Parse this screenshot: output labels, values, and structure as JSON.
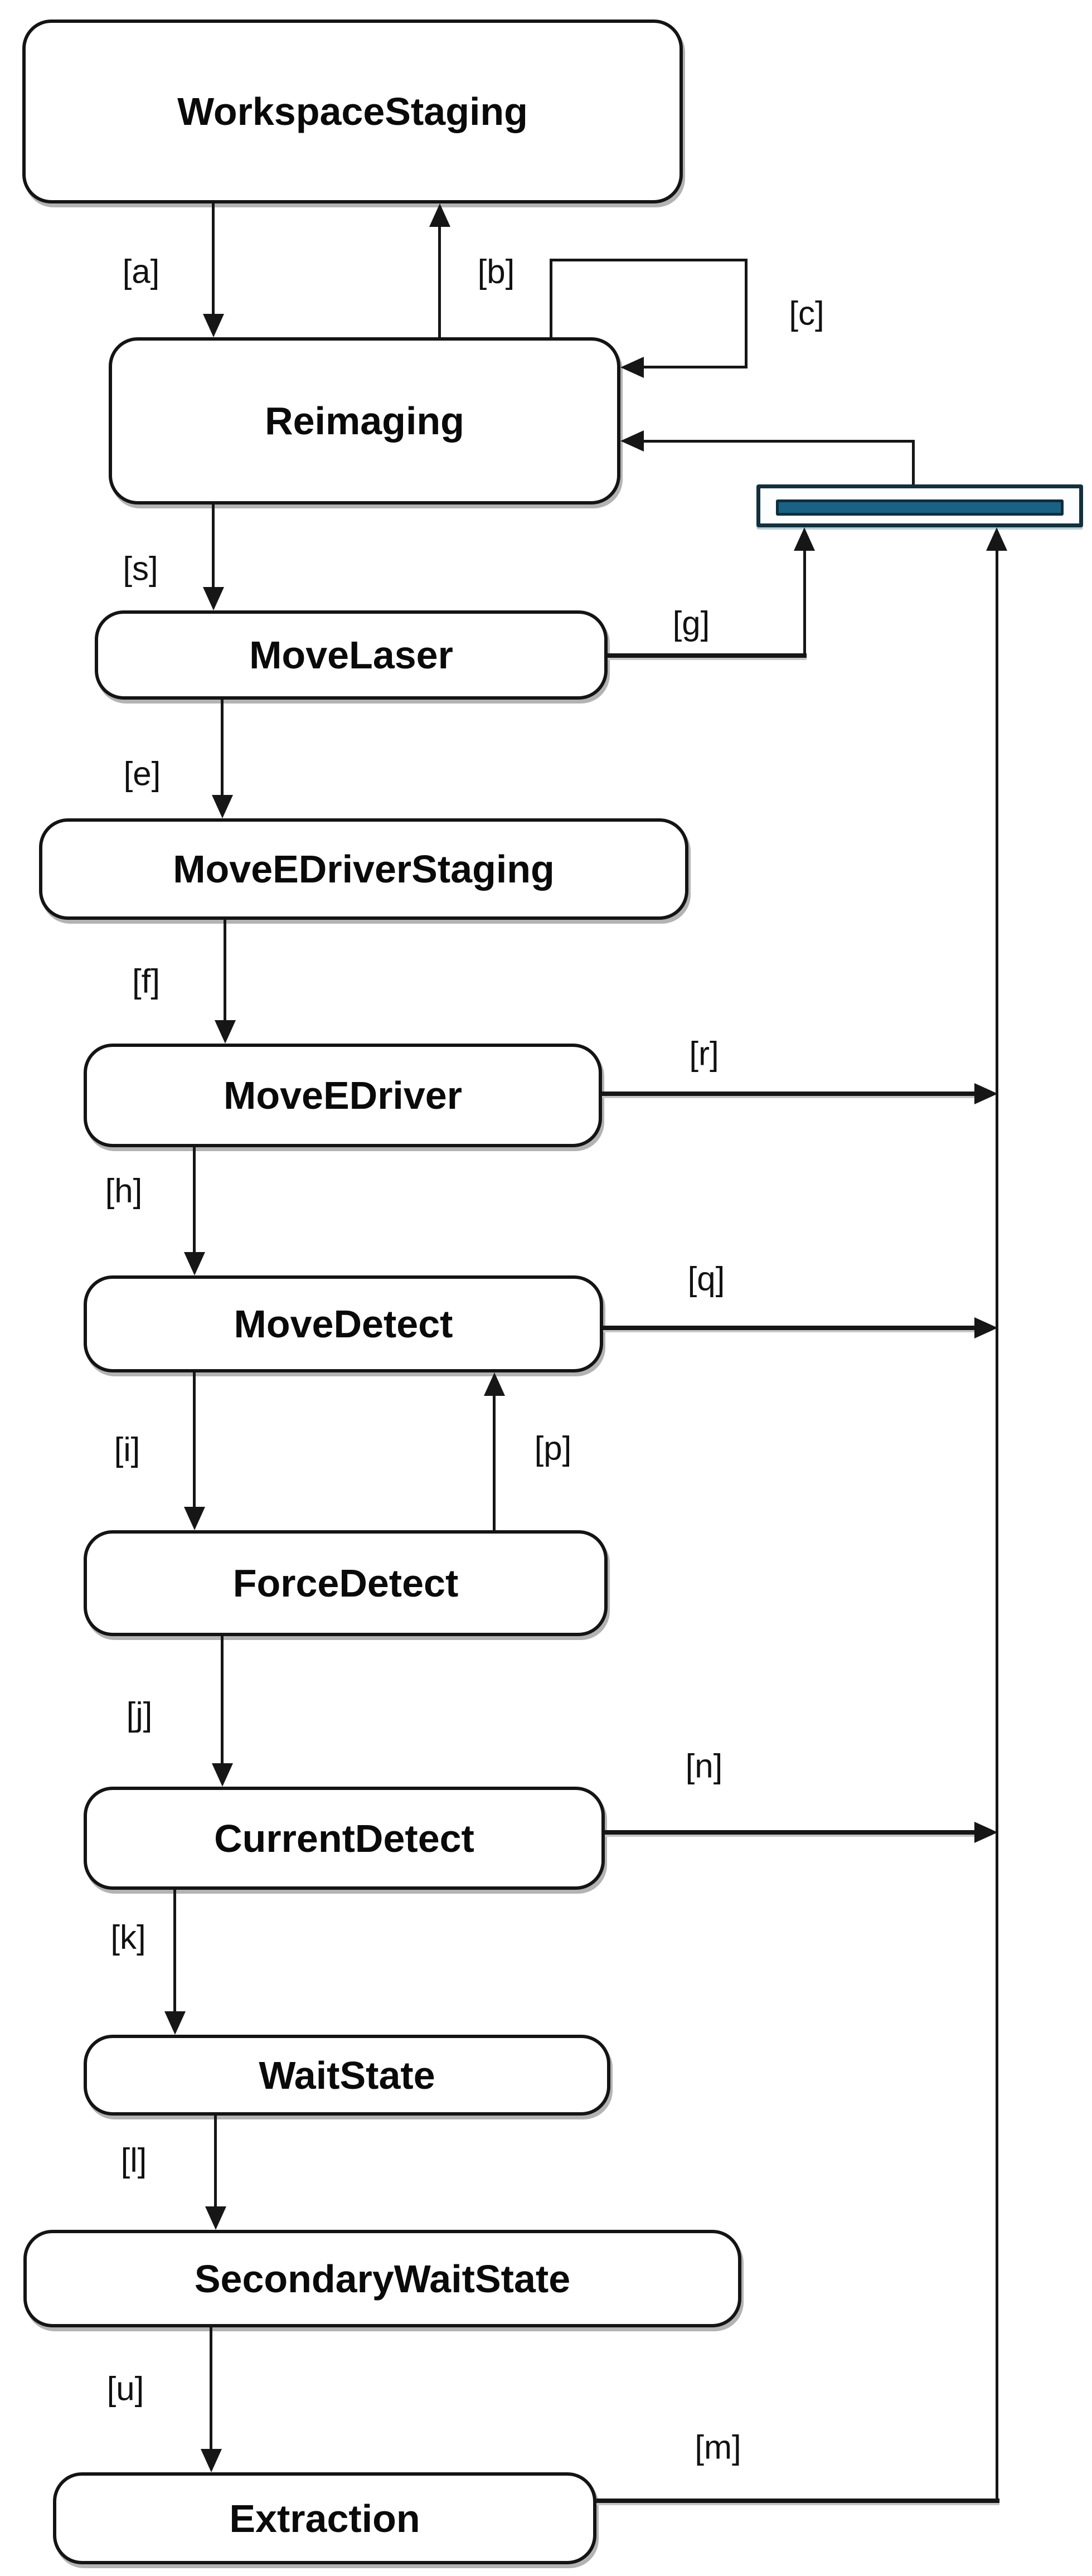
{
  "diagram": {
    "type": "state-machine-flowchart",
    "background": "#ffffff",
    "colors": {
      "line": "#161616",
      "state_border": "#141414",
      "state_fill": "#ffffff",
      "shadow": "#b3b3b3",
      "junction_fill": "#1a6285",
      "junction_border": "#12303d",
      "junction_outer_fill": "#fbfdfe"
    },
    "states": {
      "workspace_staging": {
        "label": "WorkspaceStaging"
      },
      "reimaging": {
        "label": "Reimaging"
      },
      "move_laser": {
        "label": "MoveLaser"
      },
      "move_edriver_staging": {
        "label": "MoveEDriverStaging"
      },
      "move_edriver": {
        "label": "MoveEDriver"
      },
      "move_detect": {
        "label": "MoveDetect"
      },
      "force_detect": {
        "label": "ForceDetect"
      },
      "current_detect": {
        "label": "CurrentDetect"
      },
      "wait_state": {
        "label": "WaitState"
      },
      "secondary_wait_state": {
        "label": "SecondaryWaitState"
      },
      "extraction": {
        "label": "Extraction"
      }
    },
    "junction": {
      "kind": "teal-bar-junction",
      "label": ""
    },
    "edges": {
      "a": {
        "label": "[a]",
        "from": "WorkspaceStaging",
        "to": "Reimaging"
      },
      "b": {
        "label": "[b]",
        "from": "Reimaging",
        "to": "WorkspaceStaging"
      },
      "c": {
        "label": "[c]",
        "from": "Reimaging",
        "to": "Reimaging"
      },
      "s": {
        "label": "[s]",
        "from": "Reimaging",
        "to": "MoveLaser"
      },
      "g": {
        "label": "[g]",
        "from": "MoveLaser",
        "to": "junction-bar"
      },
      "e": {
        "label": "[e]",
        "from": "MoveLaser",
        "to": "MoveEDriverStaging"
      },
      "f": {
        "label": "[f]",
        "from": "MoveEDriverStaging",
        "to": "MoveEDriver"
      },
      "r": {
        "label": "[r]",
        "from": "MoveEDriver",
        "to": "junction-bar"
      },
      "h": {
        "label": "[h]",
        "from": "MoveEDriver",
        "to": "MoveDetect"
      },
      "q": {
        "label": "[q]",
        "from": "MoveDetect",
        "to": "junction-bar"
      },
      "i": {
        "label": "[i]",
        "from": "MoveDetect",
        "to": "ForceDetect"
      },
      "p": {
        "label": "[p]",
        "from": "ForceDetect",
        "to": "MoveDetect"
      },
      "j": {
        "label": "[j]",
        "from": "ForceDetect",
        "to": "CurrentDetect"
      },
      "n": {
        "label": "[n]",
        "from": "CurrentDetect",
        "to": "junction-bar"
      },
      "k": {
        "label": "[k]",
        "from": "CurrentDetect",
        "to": "WaitState"
      },
      "l": {
        "label": "[l]",
        "from": "WaitState",
        "to": "SecondaryWaitState"
      },
      "u": {
        "label": "[u]",
        "from": "SecondaryWaitState",
        "to": "Extraction"
      },
      "m": {
        "label": "[m]",
        "from": "Extraction",
        "to": "junction-bar"
      },
      "return": {
        "label": "",
        "from": "junction-bar",
        "to": "Reimaging"
      }
    }
  }
}
